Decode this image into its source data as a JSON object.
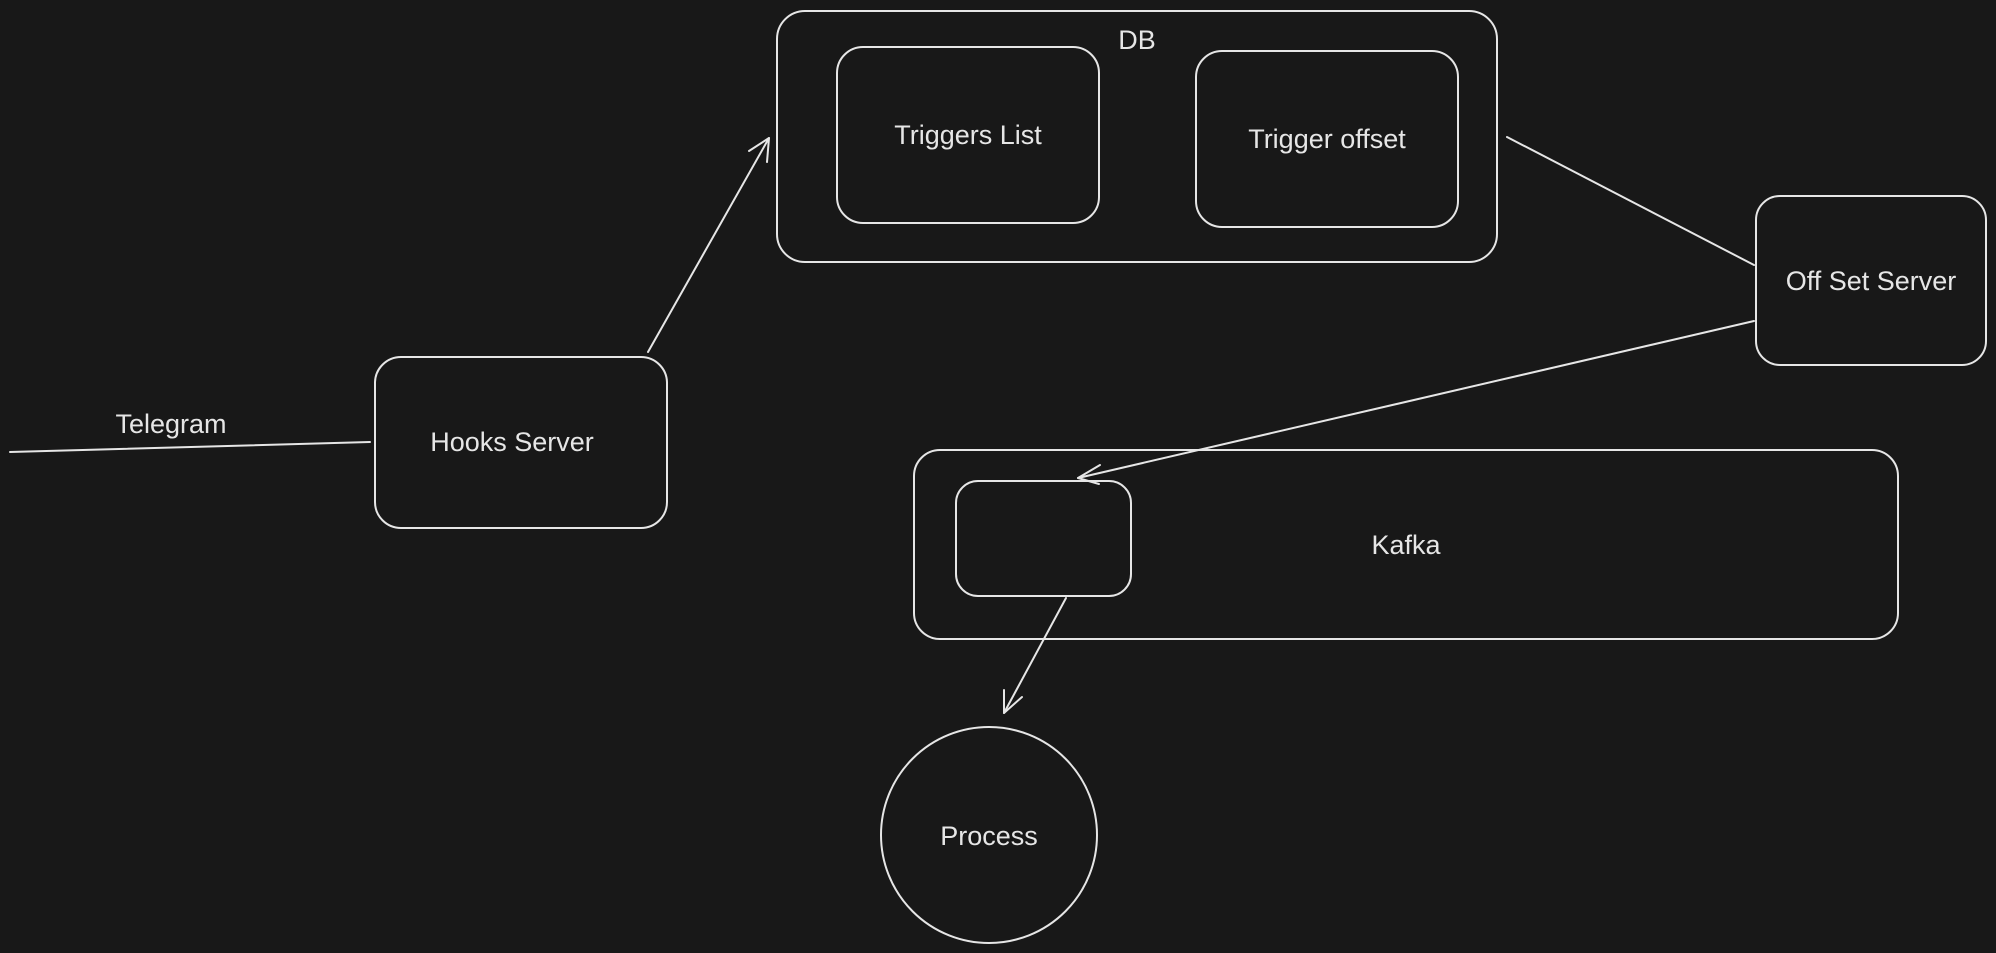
{
  "diagram": {
    "db_label": "DB",
    "triggers_list_label": "Triggers List",
    "trigger_offset_label": "Trigger offset",
    "offset_server_label": "Off Set Server",
    "telegram_label": "Telegram",
    "hooks_server_label": "Hooks Server",
    "kafka_label": "Kafka",
    "process_label": "Process"
  },
  "colors": {
    "background": "#181818",
    "stroke": "#e6e6e6",
    "text": "#e6e6e6"
  }
}
